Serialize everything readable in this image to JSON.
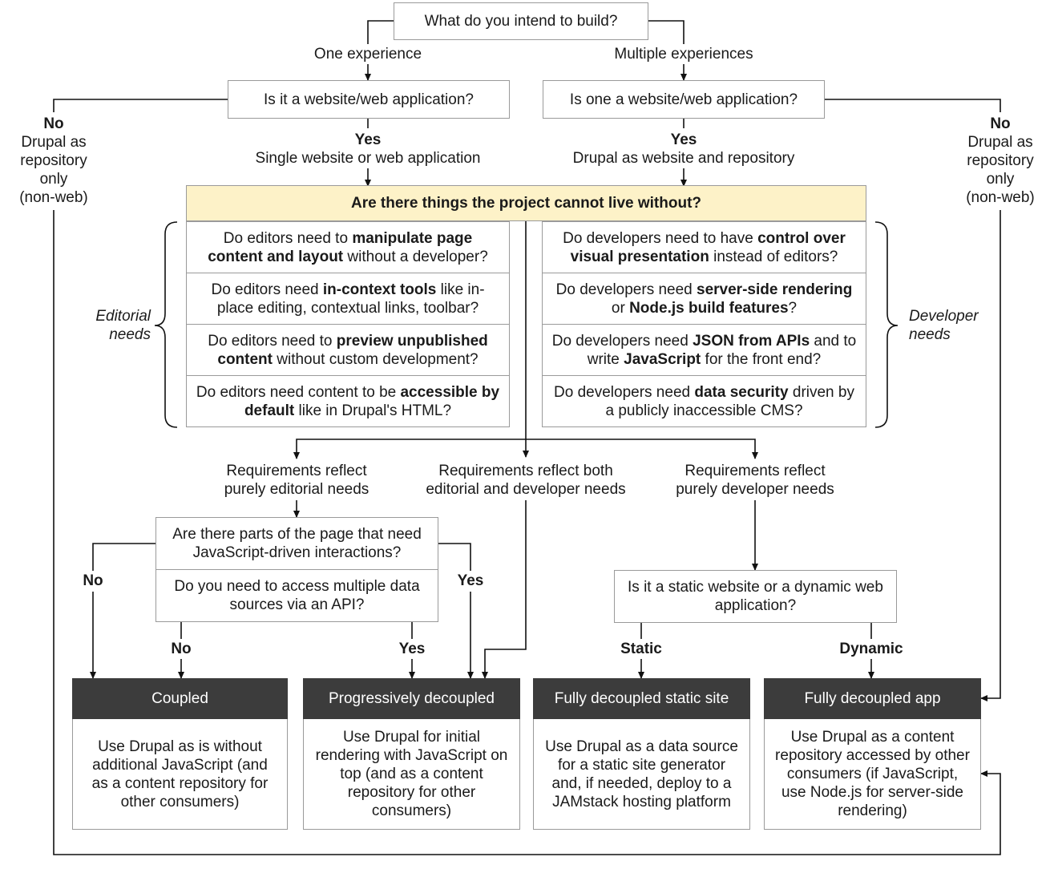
{
  "top_question": "What do you intend to build?",
  "branches": {
    "one": "One experience",
    "multiple": "Multiple experiences"
  },
  "left_question": "Is it a website/web application?",
  "right_question": "Is one a website/web application?",
  "left_yes": {
    "answer": "Yes",
    "text": "Single website or web application"
  },
  "right_yes": {
    "answer": "Yes",
    "text": "Drupal as website and repository"
  },
  "left_no": {
    "answer": "No",
    "lines": [
      "Drupal as",
      "repository",
      "only",
      "(non-web)"
    ]
  },
  "right_no": {
    "answer": "No",
    "lines": [
      "Drupal as",
      "repository",
      "only",
      "(non-web)"
    ]
  },
  "must_have_title": "Are there things the project cannot live without?",
  "editorial_label": [
    "Editorial",
    "needs"
  ],
  "developer_label": [
    "Developer",
    "needs"
  ],
  "editorial_questions": [
    [
      {
        "t": "Do editors need to ",
        "b": false
      },
      {
        "t": "manipulate page content and layout",
        "b": true
      },
      {
        "t": " without a developer?",
        "b": false
      }
    ],
    [
      {
        "t": "Do editors need ",
        "b": false
      },
      {
        "t": "in-context tools",
        "b": true
      },
      {
        "t": " like in-place editing, contextual links, toolbar?",
        "b": false
      }
    ],
    [
      {
        "t": "Do editors need to ",
        "b": false
      },
      {
        "t": "preview unpublished content",
        "b": true
      },
      {
        "t": " without custom development?",
        "b": false
      }
    ],
    [
      {
        "t": "Do editors need content to be ",
        "b": false
      },
      {
        "t": "accessible by default",
        "b": true
      },
      {
        "t": " like in Drupal's HTML?",
        "b": false
      }
    ]
  ],
  "developer_questions": [
    [
      {
        "t": "Do developers need to have ",
        "b": false
      },
      {
        "t": "control over visual presentation",
        "b": true
      },
      {
        "t": " instead of editors?",
        "b": false
      }
    ],
    [
      {
        "t": "Do developers need ",
        "b": false
      },
      {
        "t": "server-side rendering",
        "b": true
      },
      {
        "t": " or ",
        "b": false
      },
      {
        "t": "Node.js build features",
        "b": true
      },
      {
        "t": "?",
        "b": false
      }
    ],
    [
      {
        "t": "Do developers need ",
        "b": false
      },
      {
        "t": "JSON from APIs",
        "b": true
      },
      {
        "t": " and to write ",
        "b": false
      },
      {
        "t": "JavaScript",
        "b": true
      },
      {
        "t": " for the front end?",
        "b": false
      }
    ],
    [
      {
        "t": "Do developers need ",
        "b": false
      },
      {
        "t": "data security",
        "b": true
      },
      {
        "t": " driven by a publicly inaccessible CMS?",
        "b": false
      }
    ]
  ],
  "requirements": {
    "editorial": [
      "Requirements reflect",
      "purely editorial needs"
    ],
    "both": [
      "Requirements reflect both",
      "editorial and developer needs"
    ],
    "developer": [
      "Requirements reflect",
      "purely developer needs"
    ]
  },
  "js_question": "Are there parts of the page that need JavaScript-driven interactions?",
  "api_question": "Do you need to access multiple data sources via an API?",
  "static_question": "Is it a static website or a dynamic web application?",
  "answers": {
    "js_no": "No",
    "js_yes": "Yes",
    "api_no": "No",
    "api_yes": "Yes",
    "static": "Static",
    "dynamic": "Dynamic"
  },
  "outcomes": [
    {
      "title": "Coupled",
      "text": "Use Drupal as is without additional JavaScript (and as a content repository for other consumers)"
    },
    {
      "title": "Progressively decoupled",
      "text": "Use Drupal for initial rendering with JavaScript on top (and as a content repository for other consumers)"
    },
    {
      "title": "Fully decoupled static site",
      "text": "Use Drupal as a data source for a static site generator and, if needed, deploy to a JAMstack hosting platform"
    },
    {
      "title": "Fully decoupled app",
      "text": "Use Drupal as a content repository accessed by other consumers (if JavaScript, use Node.js for server-side rendering)"
    }
  ]
}
